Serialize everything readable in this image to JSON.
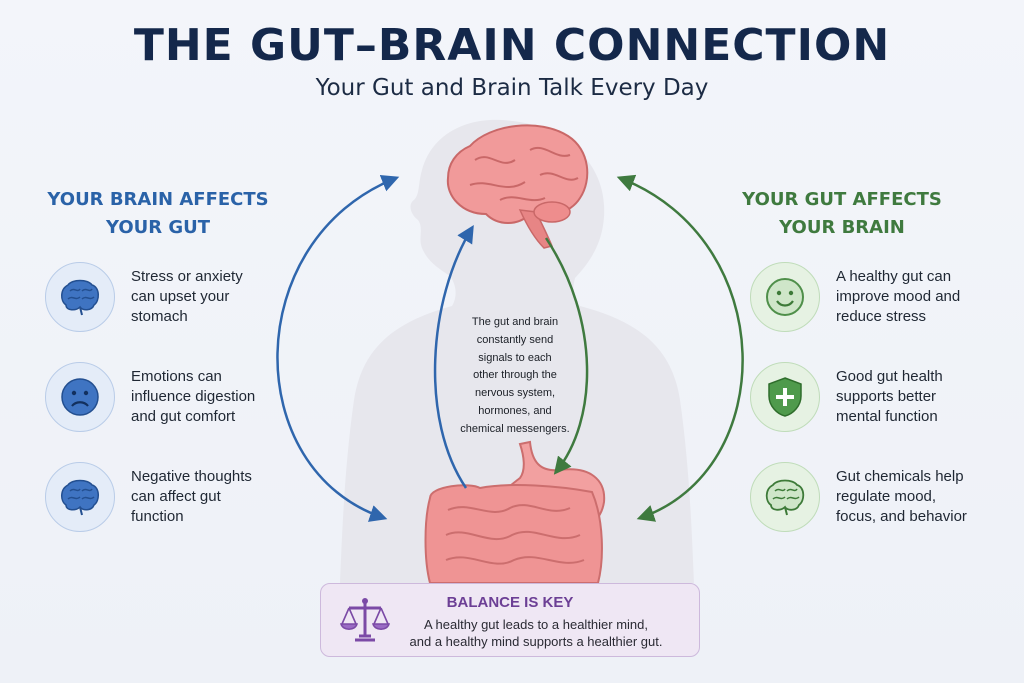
{
  "header": {
    "title": "THE GUT–BRAIN CONNECTION",
    "subtitle": "Your Gut and Brain Talk Every Day"
  },
  "left_panel": {
    "heading_lines": [
      "YOUR BRAIN AFFECTS",
      "YOUR GUT"
    ],
    "items": [
      {
        "icon": "brain-icon",
        "lines": [
          "Stress or anxiety",
          "can upset your",
          "stomach"
        ]
      },
      {
        "icon": "sad-face-icon",
        "lines": [
          "Emotions can",
          "influence digestion",
          "and gut comfort"
        ]
      },
      {
        "icon": "brain-icon",
        "lines": [
          "Negative thoughts",
          "can affect gut",
          "function"
        ]
      }
    ]
  },
  "right_panel": {
    "heading_lines": [
      "YOUR GUT AFFECTS",
      "YOUR BRAIN"
    ],
    "items": [
      {
        "icon": "smiley-face-icon",
        "lines": [
          "A healthy gut can",
          "improve mood and",
          "reduce stress"
        ]
      },
      {
        "icon": "shield-plus-icon",
        "lines": [
          "Good gut health",
          "supports better",
          "mental function"
        ]
      },
      {
        "icon": "brain-icon",
        "lines": [
          "Gut chemicals help",
          "regulate mood,",
          "focus, and behavior"
        ]
      }
    ]
  },
  "center": {
    "lines": [
      "The gut and brain",
      "constantly send",
      "signals to each",
      "other through the",
      "nervous system,",
      "hormones, and",
      "chemical messengers."
    ]
  },
  "balance": {
    "icon": "balance-scale-icon",
    "title": "BALANCE IS KEY",
    "line1": "A healthy gut leads to a healthier mind,",
    "line2": "and a healthy mind supports a healthier gut."
  },
  "colors": {
    "title": "#14284b",
    "brain_side": "#2a62a8",
    "gut_side": "#3f7a3f",
    "balance": "#6c3f95",
    "organ_pink": "#ef8f8f"
  }
}
